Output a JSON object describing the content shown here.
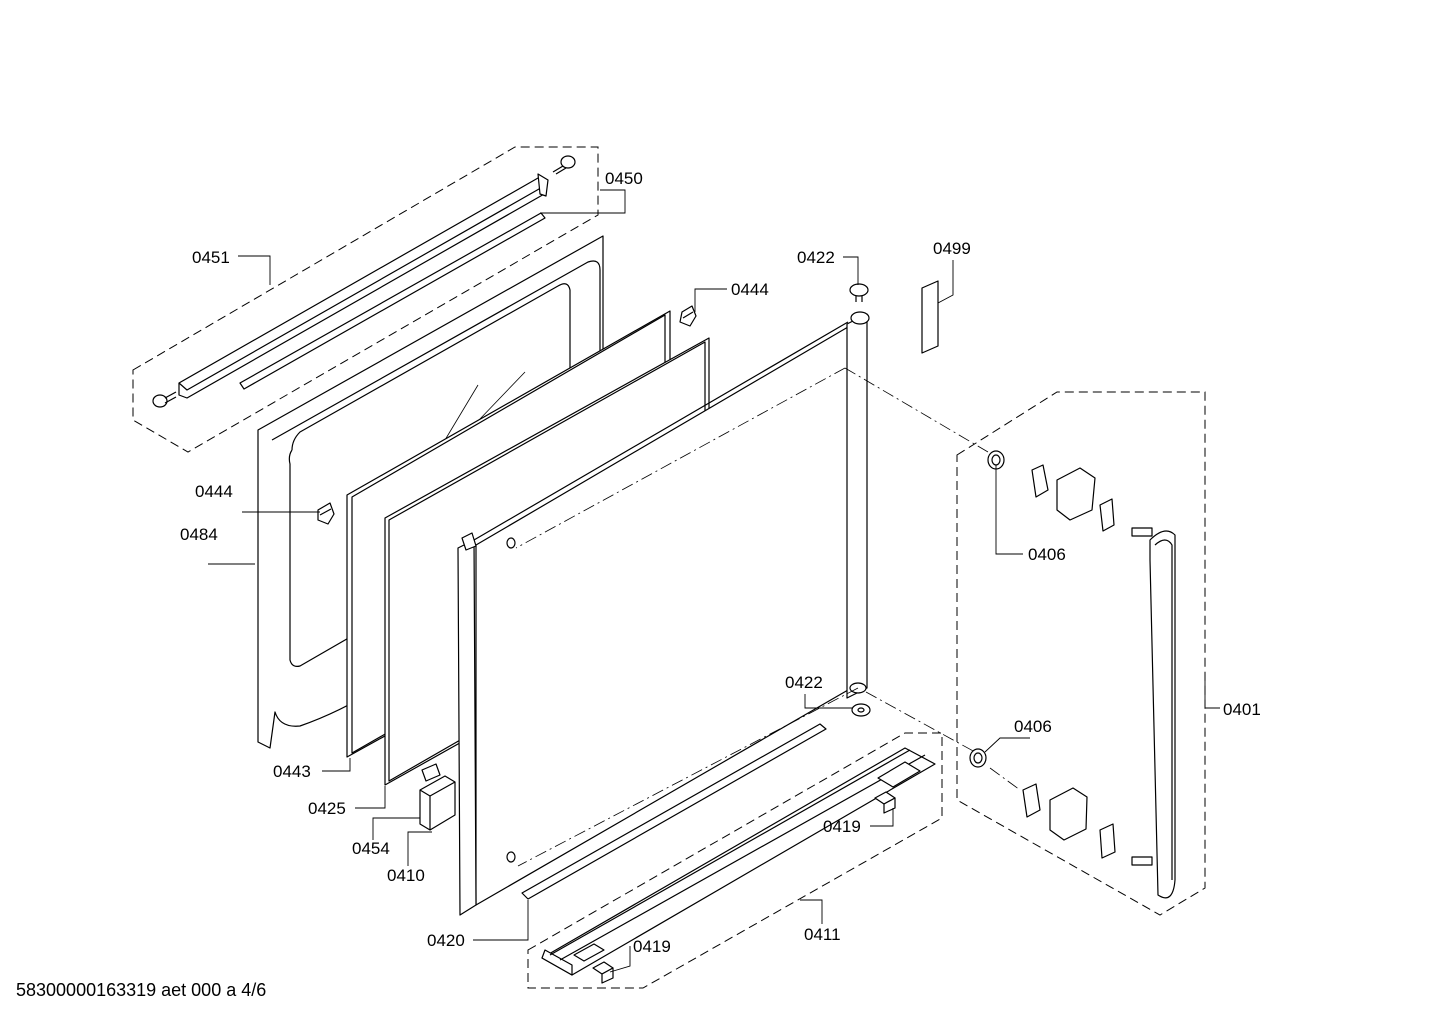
{
  "footer_text": "58300000163319 aet 000 a 4/6",
  "callouts": [
    {
      "id": "0450",
      "label": "0450"
    },
    {
      "id": "0451",
      "label": "0451"
    },
    {
      "id": "0422a",
      "label": "0422"
    },
    {
      "id": "0499",
      "label": "0499"
    },
    {
      "id": "0444a",
      "label": "0444"
    },
    {
      "id": "0444b",
      "label": "0444"
    },
    {
      "id": "0484",
      "label": "0484"
    },
    {
      "id": "0406a",
      "label": "0406"
    },
    {
      "id": "0422b",
      "label": "0422"
    },
    {
      "id": "0406b",
      "label": "0406"
    },
    {
      "id": "0401",
      "label": "0401"
    },
    {
      "id": "0443",
      "label": "0443"
    },
    {
      "id": "0425",
      "label": "0425"
    },
    {
      "id": "0419a",
      "label": "0419"
    },
    {
      "id": "0454",
      "label": "0454"
    },
    {
      "id": "0410",
      "label": "0410"
    },
    {
      "id": "0411",
      "label": "0411"
    },
    {
      "id": "0420",
      "label": "0420"
    },
    {
      "id": "0419b",
      "label": "0419"
    }
  ]
}
